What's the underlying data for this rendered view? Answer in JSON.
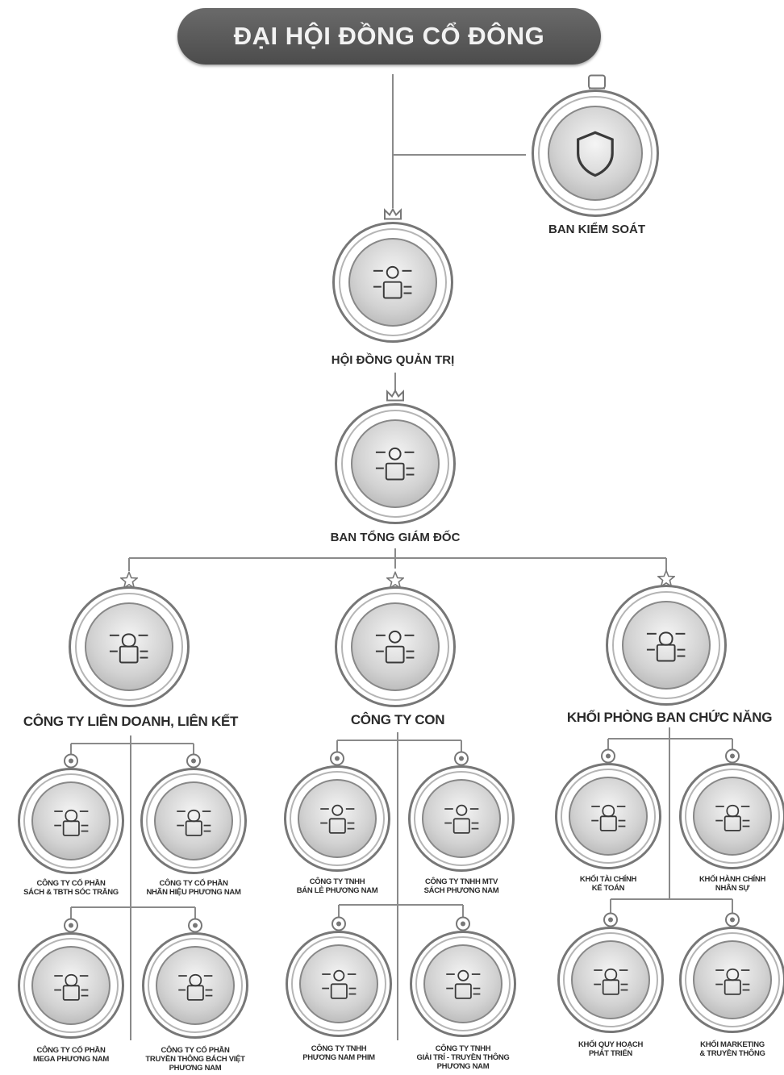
{
  "title": "ĐẠI HỘI ĐỒNG CỔ ĐÔNG",
  "nodes": {
    "ban_kiem_soat": "BAN KIỂM SOÁT",
    "hoi_dong_quan_tri": "HỘI ĐỒNG QUẢN TRỊ",
    "ban_tong_giam_doc": "BAN TỔNG GIÁM ĐỐC",
    "cong_ty_lien_doanh": "CÔNG TY LIÊN DOANH, LIÊN KẾT",
    "cong_ty_con": "CÔNG TY CON",
    "khoi_phong_ban": "KHỐI PHÒNG BAN CHỨC NĂNG"
  },
  "children": {
    "lien_doanh": [
      {
        "line1": "CÔNG TY CỔ PHẦN",
        "line2": "SÁCH & TBTH SÓC TRĂNG",
        "line3": ""
      },
      {
        "line1": "CÔNG TY CỔ PHẦN",
        "line2": "NHÃN HIỆU PHƯƠNG NAM",
        "line3": ""
      },
      {
        "line1": "CÔNG TY CỔ PHẦN",
        "line2": "MEGA PHƯƠNG NAM",
        "line3": ""
      },
      {
        "line1": "CÔNG TY CỔ PHẦN",
        "line2": "TRUYỀN THÔNG BÁCH VIỆT",
        "line3": "PHƯƠNG NAM"
      }
    ],
    "cong_ty_con": [
      {
        "line1": "CÔNG TY TNHH",
        "line2": "BÁN LẺ PHƯƠNG NAM",
        "line3": ""
      },
      {
        "line1": "CÔNG TY TNHH MTV",
        "line2": "SÁCH PHƯƠNG NAM",
        "line3": ""
      },
      {
        "line1": "CÔNG TY TNHH",
        "line2": "PHƯƠNG NAM PHIM",
        "line3": ""
      },
      {
        "line1": "CÔNG TY TNHH",
        "line2": "GIẢI TRÍ - TRUYỀN THÔNG",
        "line3": "PHƯƠNG NAM"
      }
    ],
    "phong_ban": [
      {
        "line1": "KHỐI TÀI CHÍNH",
        "line2": "KẾ TOÁN",
        "line3": ""
      },
      {
        "line1": "KHỐI HÀNH CHÍNH",
        "line2": "NHÂN SỰ",
        "line3": ""
      },
      {
        "line1": "KHỐI QUY HOẠCH",
        "line2": "PHÁT TRIỂN",
        "line3": ""
      },
      {
        "line1": "KHỐI MARKETING",
        "line2": "& TRUYỀN THÔNG",
        "line3": ""
      }
    ]
  },
  "icons": {
    "audit": "shield-icon",
    "board": "crown-icon",
    "division": "star-icon",
    "unit": "dot-icon",
    "person": "person-icon"
  },
  "colors": {
    "banner": "#555555",
    "line": "#8a8a8a",
    "text": "#2b2b2b"
  }
}
